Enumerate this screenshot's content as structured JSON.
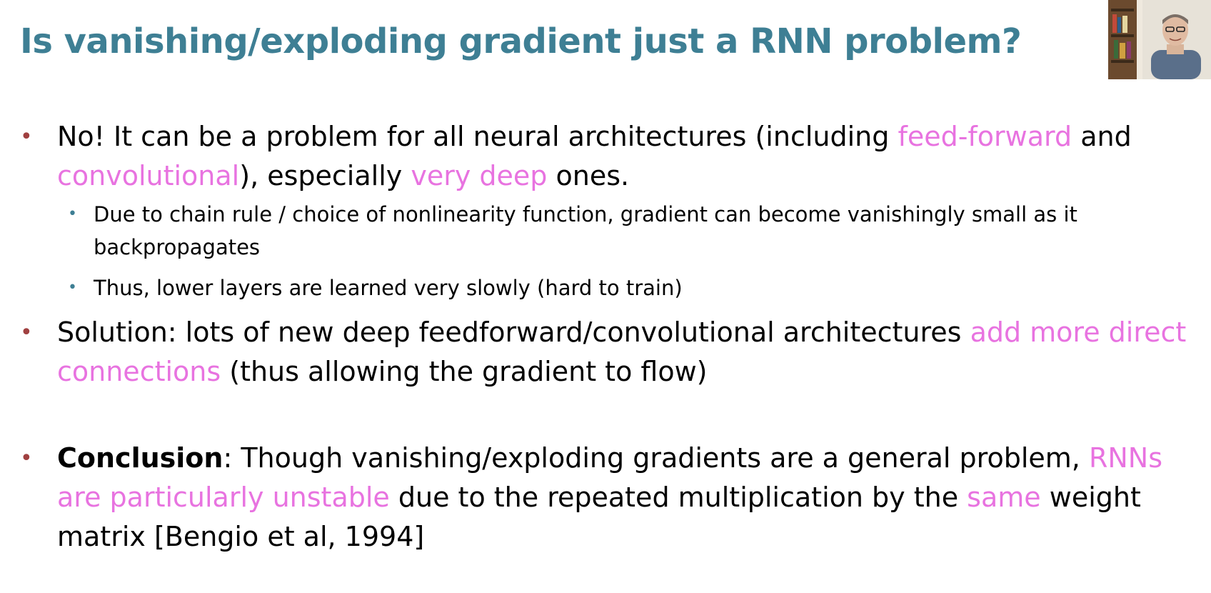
{
  "slide": {
    "title": "Is vanishing/exploding gradient just a RNN problem?",
    "accent_color": "#3e7f94",
    "highlight_color": "#e873e0",
    "bullet1": {
      "t1": "No! It can be a problem for all neural architectures (including ",
      "h1": "feed-forward",
      "t2": " and ",
      "h2": "convolutional",
      "t3": "), especially ",
      "h3": "very deep",
      "t4": " ones.",
      "sub1": "Due to chain rule / choice of nonlinearity function, gradient can become vanishingly small as it backpropagates",
      "sub2": "Thus, lower layers are learned very slowly (hard to train)"
    },
    "bullet2": {
      "t1": "Solution: lots of new deep feedforward/convolutional architectures ",
      "h1": "add more direct connections",
      "t2": " (thus allowing the gradient to flow)"
    },
    "bullet3": {
      "b": "Conclusion",
      "t1": ": Though vanishing/exploding gradients are a general problem, ",
      "h1": "RNNs are particularly unstable",
      "t2": " due to the repeated multiplication by the ",
      "h2": "same",
      "t3": " weight matrix [Bengio et al, 1994]"
    }
  },
  "webcam": {
    "icon": "webcam-presenter-thumbnail"
  }
}
